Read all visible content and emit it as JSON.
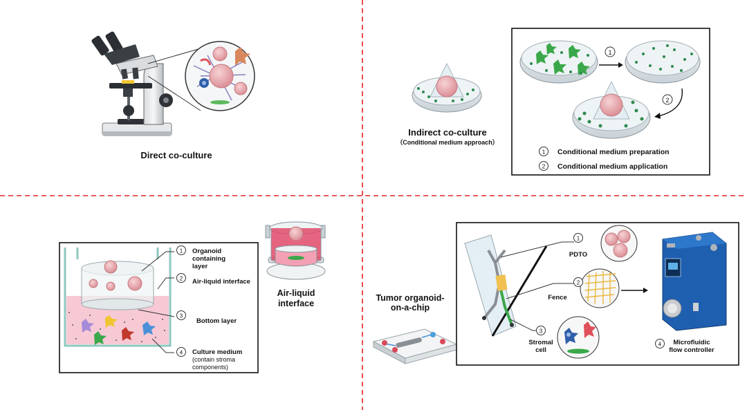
{
  "colors": {
    "divider": "#e02020",
    "panel_border": "#111111",
    "organoid": "#e9a3a8",
    "medium_pink": "#f6c9d4",
    "green_cell": "#3aa84a",
    "dots": "#2d8a4e",
    "chip_blue": "#1f5fb0"
  },
  "direct": {
    "title": "Direct co-culture"
  },
  "indirect": {
    "title": "Indirect co-culture",
    "subtitle": "（Conditional medium approach）",
    "step1_num": "1",
    "step2_num": "2",
    "legend": [
      {
        "num": "1",
        "text": "Conditional medium preparation"
      },
      {
        "num": "2",
        "text": "Conditional medium application"
      }
    ]
  },
  "ali": {
    "title_line1": "Air-liquid",
    "title_line2": "interface",
    "labels": [
      {
        "num": "1",
        "lines": [
          "Organoid",
          "containing",
          "layer"
        ]
      },
      {
        "num": "2",
        "lines": [
          "Air-liquid interface"
        ]
      },
      {
        "num": "3",
        "lines": [
          "Bottom layer"
        ]
      },
      {
        "num": "4",
        "lines": [
          "Culture medium"
        ],
        "sub": [
          "(contain stroma",
          "components)"
        ]
      }
    ]
  },
  "chip": {
    "title_line1": "Tumor organoid-",
    "title_line2": "on-a-chip",
    "labels": [
      {
        "num": "1",
        "lines": [
          "PDTO"
        ]
      },
      {
        "num": "2",
        "lines": [
          "Fence"
        ]
      },
      {
        "num": "3",
        "lines": [
          "Stromal",
          "cell"
        ]
      },
      {
        "num": "4",
        "lines": [
          "Microfluidic",
          "flow controller"
        ]
      }
    ]
  }
}
